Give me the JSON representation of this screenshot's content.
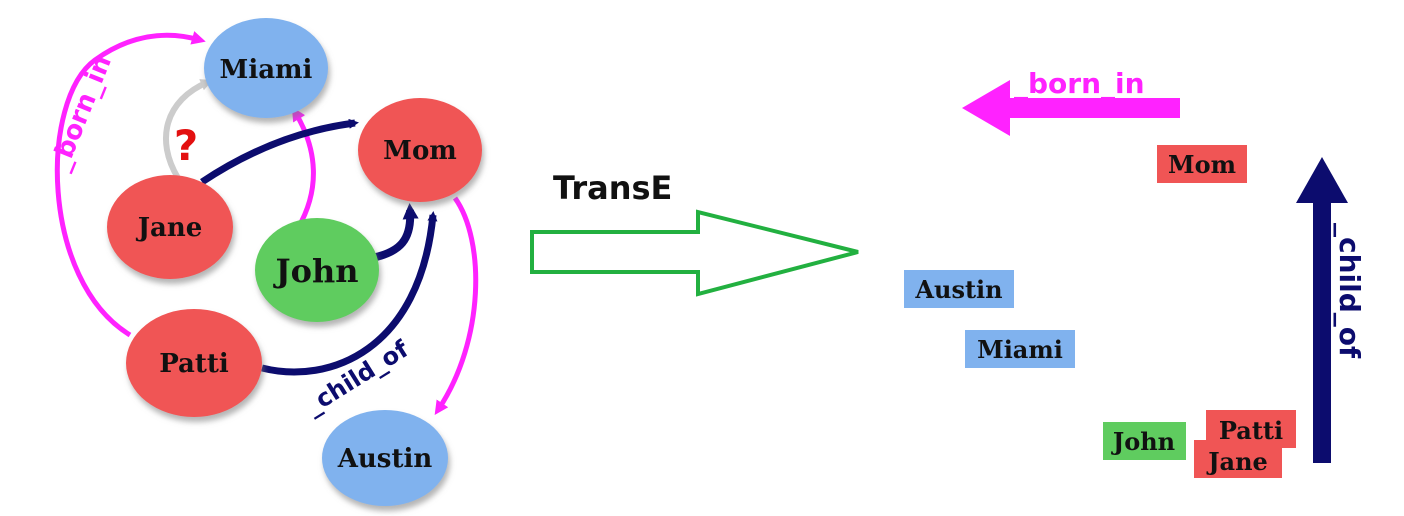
{
  "graph": {
    "nodes": {
      "miami": "Miami",
      "mom": "Mom",
      "jane": "Jane",
      "john": "John",
      "patti": "Patti",
      "austin": "Austin"
    },
    "relations": {
      "born_in": "_born_in",
      "child_of": "_child_of"
    },
    "query_mark": "?"
  },
  "model_label": "TransE",
  "embedding": {
    "born_in": "_born_in",
    "child_of": "_child_of",
    "mom": "Mom",
    "austin": "Austin",
    "miami": "Miami",
    "john": "John",
    "patti": "Patti",
    "jane": "Jane"
  },
  "colors": {
    "person": "#f05555",
    "person_john": "#5fcc5f",
    "city": "#80b2ee",
    "born_in": "#ff22ff",
    "child_of": "#0c0c6e",
    "query_edge": "#cccccc",
    "query_mark": "#e31010",
    "arrow_outline": "#22b040"
  }
}
